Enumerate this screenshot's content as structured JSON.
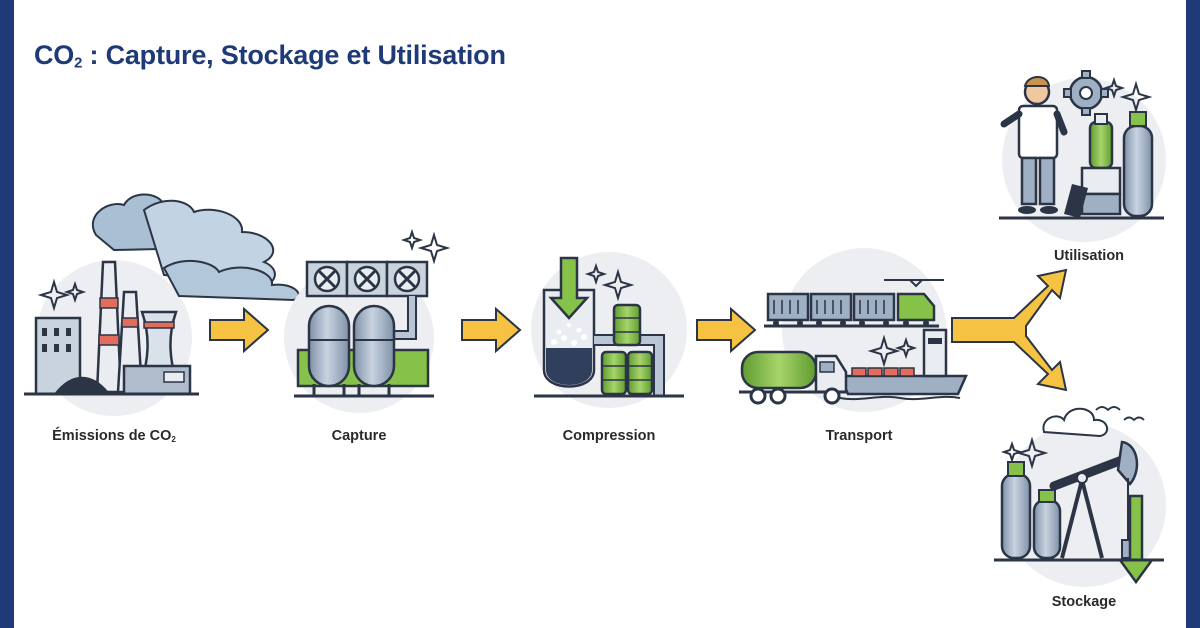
{
  "title": {
    "text": "CO",
    "sub": "2",
    "rest": " : Capture, Stockage et Utilisation"
  },
  "steps": [
    {
      "label": "Émissions de CO",
      "sub": "2"
    },
    {
      "label": "Capture"
    },
    {
      "label": "Compression"
    },
    {
      "label": "Transport"
    },
    {
      "label": "Utilisation"
    },
    {
      "label": "Stockage"
    }
  ],
  "colors": {
    "frame": "#1f3a78",
    "title": "#1f3a78",
    "arrow": "#f5c242",
    "accent_green": "#86c14a",
    "steel": "#9fb0c4",
    "outline": "#2b3546"
  }
}
